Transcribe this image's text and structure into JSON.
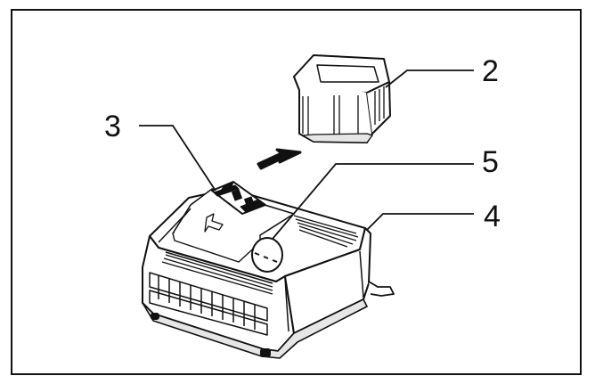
{
  "callouts": {
    "battery": "2",
    "battery_slot": "3",
    "charger": "4",
    "indicator": "5"
  },
  "colors": {
    "line": "#111111",
    "fill": "#ffffff",
    "shade": "#e6e6e6"
  },
  "icons": [
    "arrow-icon"
  ]
}
